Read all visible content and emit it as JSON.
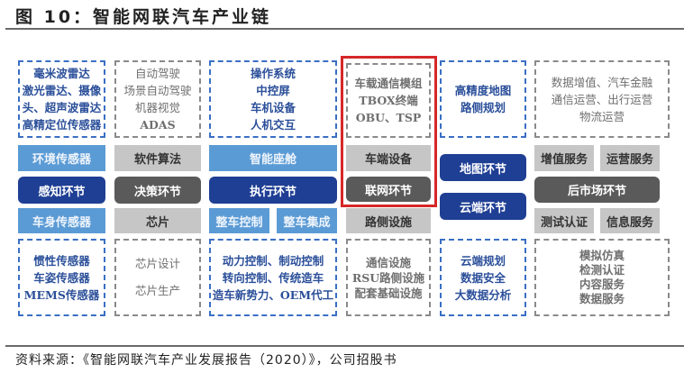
{
  "header": {
    "title": "图 10：智能网联汽车产业链"
  },
  "top_boxes": [
    {
      "lines": [
        "毫米波雷达",
        "激光雷达、摄像",
        "头、超声波雷达",
        "高精定位传感器"
      ]
    },
    {
      "lines": [
        "自动驾驶",
        "场景自动驾驶",
        "机器视觉",
        "ADAS"
      ]
    },
    {
      "lines": [
        "操作系统",
        "中控屏",
        "车机设备",
        "人机交互"
      ]
    },
    {
      "lines": [
        "车载通信模组",
        "TBOX终端",
        "OBU、TSP"
      ]
    },
    {
      "lines": [
        "高精度地图",
        "路侧规划"
      ]
    },
    {
      "lines": [
        "数据增值、汽车金融",
        "通信运营、出行运营",
        "物流运营"
      ]
    }
  ],
  "middle": {
    "perception": {
      "top": "环境传感器",
      "main": "感知环节",
      "bottom": "车身传感器"
    },
    "decision": {
      "top": "软件算法",
      "main": "决策环节",
      "bottom": "芯片"
    },
    "execution": {
      "top": "智能座舱",
      "main": "执行环节",
      "bottom_left": "整车控制",
      "bottom_right": "整车集成"
    },
    "network": {
      "top": "车端设备",
      "main": "联网环节",
      "bottom": "路侧设施"
    },
    "map_cloud": {
      "map": "地图环节",
      "cloud": "云端环节"
    },
    "aftermarket": {
      "top_left": "增值服务",
      "top_right": "运营服务",
      "main": "后市场环节",
      "bottom_left": "测试认证",
      "bottom_right": "信息服务"
    }
  },
  "bottom_boxes": [
    {
      "lines": [
        "惯性传感器",
        "车姿传感器",
        "MEMS传感器"
      ]
    },
    {
      "lines": [
        "芯片设计",
        "芯片生产"
      ]
    },
    {
      "lines": [
        "动力控制、制动控制",
        "转向控制、传统造车",
        "造车新势力、OEM代工"
      ]
    },
    {
      "lines": [
        "通信设施",
        "RSU路侧设施",
        "配套基础设施"
      ]
    },
    {
      "lines": [
        "云端规划",
        "数据安全",
        "大数据分析"
      ]
    },
    {
      "lines": [
        "模拟仿真",
        "检测认证",
        "内容服务",
        "数据服务"
      ]
    }
  ],
  "highlight": {
    "label": "联网环节",
    "color": "#d62728"
  },
  "colors": {
    "light_blue": "#5b9bd5",
    "dark_blue": "#1f3f94",
    "light_gray": "#c6c6c6",
    "dark_gray": "#5a5a5a"
  },
  "footer": {
    "source": "资料来源：《智能网联汽车产业发展报告（2020）》，公司招股书"
  }
}
